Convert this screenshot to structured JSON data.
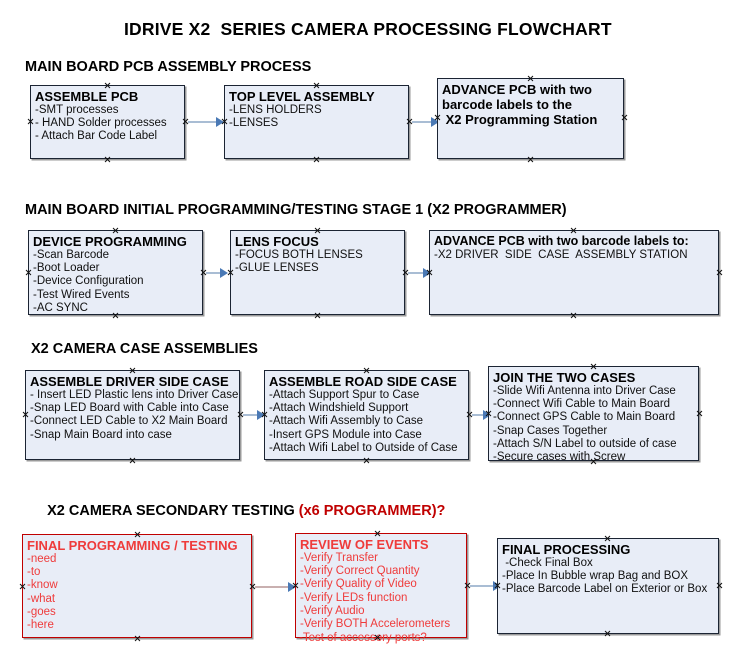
{
  "document": {
    "title": "IDRIVE X2  SERIES CAMERA PROCESSING FLOWCHART",
    "accent_black": "#000000",
    "accent_red": "#c00000",
    "box_fill": "#e8edf7",
    "box_border": "#1b2433",
    "connector_color": "#a9bdd4",
    "arrow_color": "#4a79b5"
  },
  "sections": [
    {
      "id": "main-board-pcb-assembly",
      "heading": "MAIN BOARD PCB ASSEMBLY PROCESS",
      "heading_suffix": "",
      "boxes": [
        {
          "id": "assemble-pcb",
          "title": "ASSEMBLE PCB",
          "lines": [
            "-SMT processes",
            "- HAND Solder processes",
            "- Attach Bar Code Label"
          ]
        },
        {
          "id": "top-level-assembly",
          "title": "TOP LEVEL ASSEMBLY",
          "lines": [
            "-LENS HOLDERS",
            "-LENSES"
          ]
        },
        {
          "id": "advance-pcb-x2-programming-station",
          "title": "ADVANCE PCB with two",
          "lines": [
            "barcode labels to the",
            " X2 Programming Station"
          ]
        }
      ]
    },
    {
      "id": "main-board-initial-programming",
      "heading": "MAIN BOARD INITIAL PROGRAMMING/TESTING STAGE 1 (X2 PROGRAMMER)",
      "heading_suffix": "",
      "boxes": [
        {
          "id": "device-programming",
          "title": "DEVICE PROGRAMMING",
          "lines": [
            "-Scan Barcode",
            "-Boot Loader",
            "-Device Configuration",
            "-Test Wired Events",
            "-AC SYNC"
          ]
        },
        {
          "id": "lens-focus",
          "title": "LENS FOCUS",
          "lines": [
            "-FOCUS BOTH LENSES",
            "-GLUE LENSES"
          ]
        },
        {
          "id": "advance-pcb-driver-side-case",
          "title": "ADVANCE PCB with two barcode labels to:",
          "lines": [
            "-X2 DRIVER  SIDE  CASE  ASSEMBLY STATION"
          ]
        }
      ]
    },
    {
      "id": "x2-camera-case-assemblies",
      "heading": "X2 CAMERA CASE ASSEMBLIES",
      "heading_suffix": "",
      "boxes": [
        {
          "id": "assemble-driver-side-case",
          "title": "ASSEMBLE DRIVER SIDE CASE",
          "lines": [
            "- Insert LED Plastic lens into Driver Case",
            "-Snap LED Board with Cable into Case",
            "-Connect LED Cable to X2 Main Board",
            "-Snap Main Board into case"
          ]
        },
        {
          "id": "assemble-road-side-case",
          "title": "ASSEMBLE ROAD SIDE CASE",
          "lines": [
            "-Attach Support Spur to Case",
            "-Attach Windshield Support",
            "-Attach Wifi Assembly to Case",
            "-Insert GPS Module into Case",
            "-Attach Wifi Label to Outside of Case"
          ]
        },
        {
          "id": "join-the-two-cases",
          "title": "JOIN THE TWO CASES",
          "lines": [
            "-Slide Wifi Antenna into Driver Case",
            "-Connect Wifi Cable to Main Board",
            "-Connect GPS Cable to Main Board",
            "-Snap Cases Together",
            "-Attach S/N Label to outside of case",
            "-Secure cases with Screw"
          ]
        }
      ]
    },
    {
      "id": "x2-camera-secondary-testing",
      "heading": "X2 CAMERA SECONDARY TESTING ",
      "heading_suffix": "(x6 PROGRAMMER)?",
      "boxes": [
        {
          "id": "final-programming-testing",
          "title": "FINAL PROGRAMMING / TESTING",
          "lines": [
            "-need",
            "-to",
            "-know",
            "-what",
            "-goes",
            "-here"
          ]
        },
        {
          "id": "review-of-events",
          "title": "REVIEW OF EVENTS",
          "lines": [
            "-Verify Transfer",
            "-Verify Correct Quantity",
            "-Verify Quality of Video",
            "-Verify LEDs function",
            "-Verify Audio",
            "-Verify BOTH Accelerometers"
          ],
          "overflow_line": "-Test of accessory ports?"
        },
        {
          "id": "final-processing",
          "title": "FINAL PROCESSING",
          "lines": [
            " -Check Final Box",
            "-Place In Bubble wrap Bag and BOX",
            "-Place Barcode Label on Exterior or Box"
          ]
        }
      ]
    }
  ]
}
